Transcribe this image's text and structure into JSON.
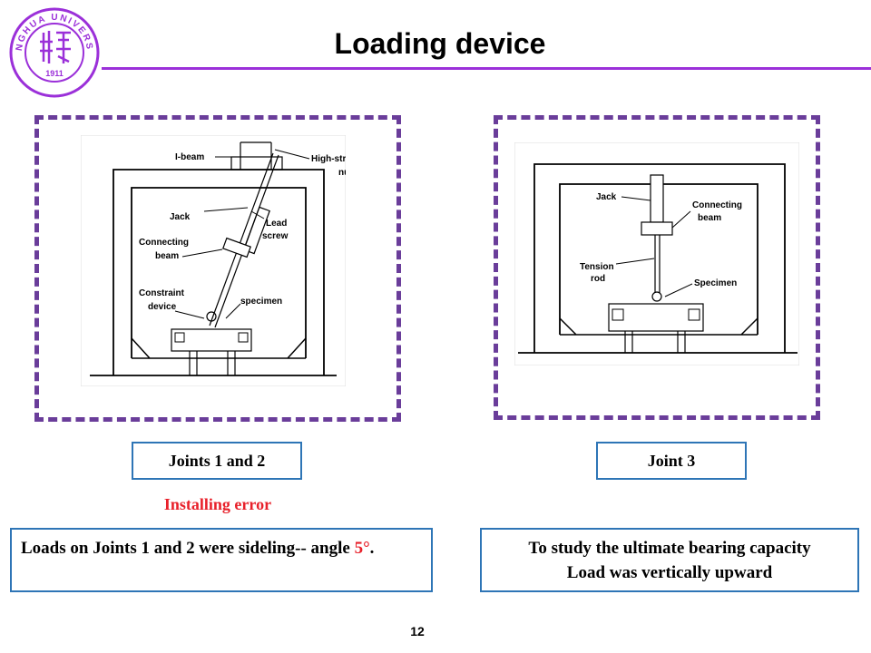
{
  "header": {
    "title": "Loading device",
    "logo": {
      "text": "TSINGHUA UNIVERSITY",
      "year": "1911",
      "color": "#9b30d9"
    }
  },
  "figures": {
    "left": {
      "labels": {
        "ibeam": "I-beam",
        "high_strength_1": "High-strength",
        "high_strength_2": "nut",
        "jack": "Jack",
        "lead_1": "Lead",
        "lead_2": "screw",
        "connecting_1": "Connecting",
        "connecting_2": "beam",
        "constraint_1": "Constraint",
        "constraint_2": "device",
        "specimen": "specimen"
      }
    },
    "right": {
      "labels": {
        "jack": "Jack",
        "connecting_1": "Connecting",
        "connecting_2": "beam",
        "tension_1": "Tension",
        "tension_2": "rod",
        "specimen": "Specimen"
      }
    }
  },
  "captions": {
    "left": "Joints 1 and 2",
    "right": "Joint 3"
  },
  "installing_error": "Installing error",
  "notes": {
    "left_main": "Loads on Joints 1 and 2 were sideling-- angle",
    "left_angle": "5°",
    "left_end": ".",
    "right_line1": "To study the ultimate bearing capacity",
    "right_line2": "Load was vertically upward"
  },
  "page_number": "12",
  "colors": {
    "accent_purple": "#9b30d9",
    "frame_purple": "#6a3d9a",
    "caption_blue": "#2e75b6",
    "error_red": "#e8202a"
  }
}
